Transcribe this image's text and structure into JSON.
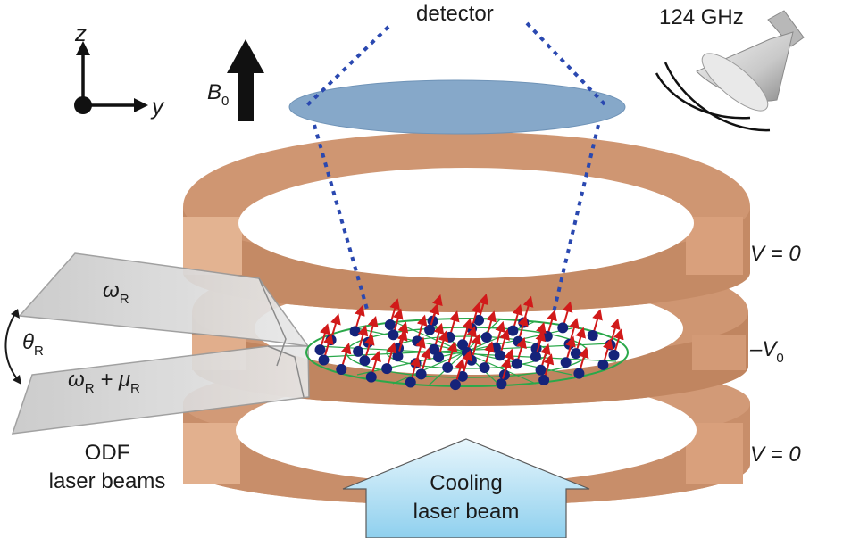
{
  "labels": {
    "detector": "detector",
    "frequency": "124 GHz",
    "axis_z": "z",
    "axis_y": "y",
    "b_field": "B",
    "b_field_sub": "0",
    "v_top": "V = 0",
    "v_middle_prefix": "–V",
    "v_middle_sub": "0",
    "v_bottom": "V = 0",
    "beam_upper": "ω",
    "beam_upper_sub": "R",
    "beam_lower": "ω",
    "beam_lower_sub": "R",
    "beam_lower_plus": " + μ",
    "beam_lower_plus_sub": "R",
    "theta": "θ",
    "theta_sub": "R",
    "odf_line1": "ODF",
    "odf_line2": "laser beams",
    "cooling_line1": "Cooling",
    "cooling_line2": "laser beam"
  },
  "colors": {
    "copper": "#d29a77",
    "copper_dark": "#b97a56",
    "detector": "#7fa4c8",
    "dots": "#1f3fa8",
    "ion": "#15237a",
    "spin": "#d11a1a",
    "lattice": "#2aa84a",
    "cooling_arrow": "#a9dcf2"
  }
}
